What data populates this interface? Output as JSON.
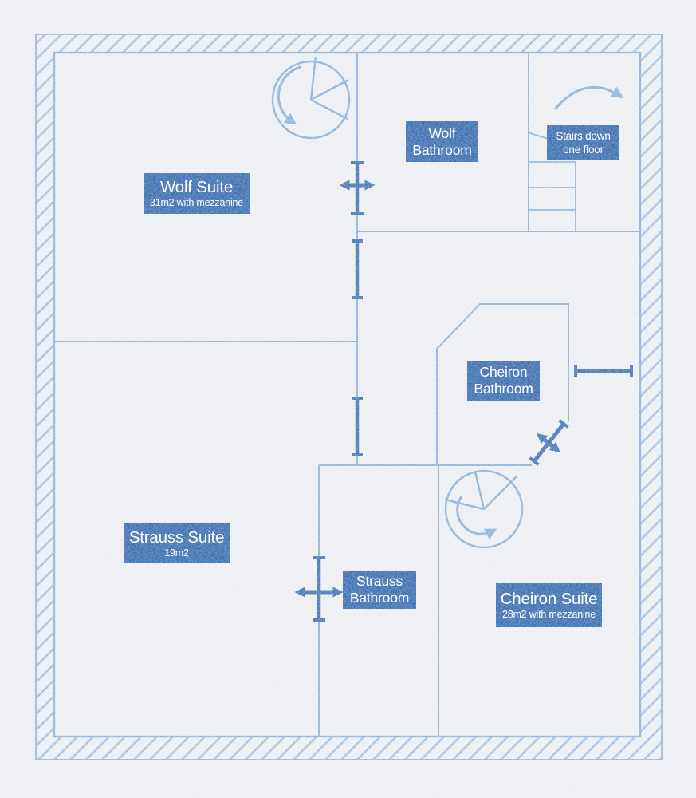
{
  "labels": {
    "wolf_suite": {
      "title": "Wolf Suite",
      "subtitle": "31m2 with mezzanine"
    },
    "wolf_bathroom": {
      "line1": "Wolf",
      "line2": "Bathroom"
    },
    "stairs_down": {
      "line1": "Stairs down",
      "line2": "one floor"
    },
    "cheiron_bathroom": {
      "line1": "Cheiron",
      "line2": "Bathroom"
    },
    "strauss_suite": {
      "title": "Strauss Suite",
      "subtitle": "19m2"
    },
    "strauss_bathroom": {
      "line1": "Strauss",
      "line2": "Bathroom"
    },
    "cheiron_suite": {
      "title": "Cheiron Suite",
      "subtitle": "28m2 with mezzanine"
    }
  },
  "icons": {
    "spiral_staircase_top": "circle-with-wedge-and-counterclockwise-arrow",
    "spiral_staircase_bottom": "circle-with-wedge-and-rotation-arrow",
    "stairs_ladder": "straight-stairs-rungs",
    "stairs_direction_arrow": "curved-arrow-right",
    "wolf_bathroom_door": "double-arrow-horizontal",
    "strauss_bathroom_door": "double-arrow-horizontal",
    "cheiron_bathroom_door": "double-arrow-diagonal",
    "cheiron_window": "wall-opening-bar"
  },
  "colors": {
    "label_background": "#1e57a4",
    "door_symbol": "#2a61a8",
    "wall_line": "#7ea7cf",
    "wall_hatch": "#8cb0d4",
    "paper": "#e9ebef",
    "label_text": "#ffffff"
  }
}
